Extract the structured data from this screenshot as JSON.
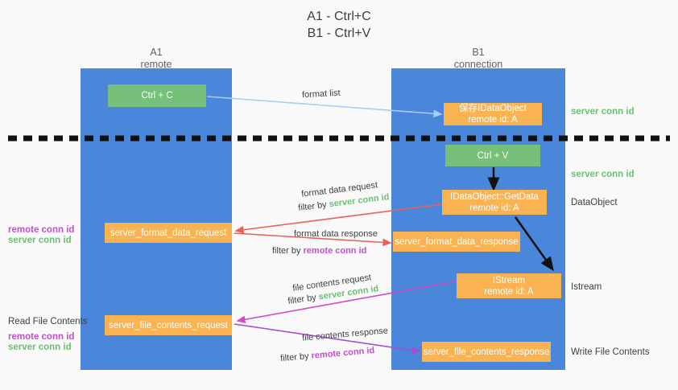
{
  "title": "A1 - Ctrl+C\nB1 - Ctrl+V",
  "columns": [
    {
      "name": "A1",
      "sub": "remote"
    },
    {
      "name": "B1",
      "sub": "connection"
    }
  ],
  "boxes": {
    "ctrl_c": "Ctrl + C",
    "ctrl_v": "Ctrl + V",
    "save_idataobject_l1": "保存IDataObject",
    "save_idataobject_l2": "remote id: A",
    "getdata_l1": "IDataObject::GetData",
    "getdata_l2": "remote id: A",
    "istream_l1": "IStream",
    "istream_l2": "remote id: A",
    "server_format_data_request": "server_format_data_request",
    "server_format_data_response": "server_format_data_response",
    "server_file_contents_request": "server_file_contents_request",
    "server_file_contents_response": "server_file_contents_response"
  },
  "edges": {
    "format_list": "format list",
    "format_data_request": "format data request",
    "format_data_request_filter_prefix": "filter by ",
    "format_data_request_filter_value": "server conn id",
    "format_data_response": "format data response",
    "format_data_response_filter_prefix": "filter by ",
    "format_data_response_filter_value": "remote conn id",
    "file_contents_request": "file contents request",
    "file_contents_request_filter_prefix": "filter by ",
    "file_contents_request_filter_value": "server conn id",
    "file_contents_response": "file contents response",
    "file_contents_response_filter_prefix": "filter by ",
    "file_contents_response_filter_value": "remote conn id"
  },
  "annotations": {
    "server_conn_id_top": "server conn id",
    "server_conn_id_mid": "server conn id",
    "dataobject": "DataObject",
    "istream": "Istream",
    "write_file_contents": "Write File Contents",
    "read_file_contents": "Read File Contents",
    "left_remote_conn_id_1": "remote conn id",
    "left_server_conn_id_1": "server conn id",
    "left_remote_conn_id_2": "remote conn id",
    "left_server_conn_id_2": "server conn id"
  },
  "colors": {
    "lane_blue": "#4a86d9",
    "box_orange": "#f9b352",
    "box_green": "#76c07a",
    "accent_green": "#6bbf72",
    "accent_purple": "#c24fd0",
    "arrow_red": "#e8625a",
    "arrow_blue": "#a8cdf0",
    "arrow_magenta": "#cf4bc8",
    "arrow_purple": "#a34fd0",
    "arrow_black": "#000000",
    "background": "#f9f9f9"
  }
}
